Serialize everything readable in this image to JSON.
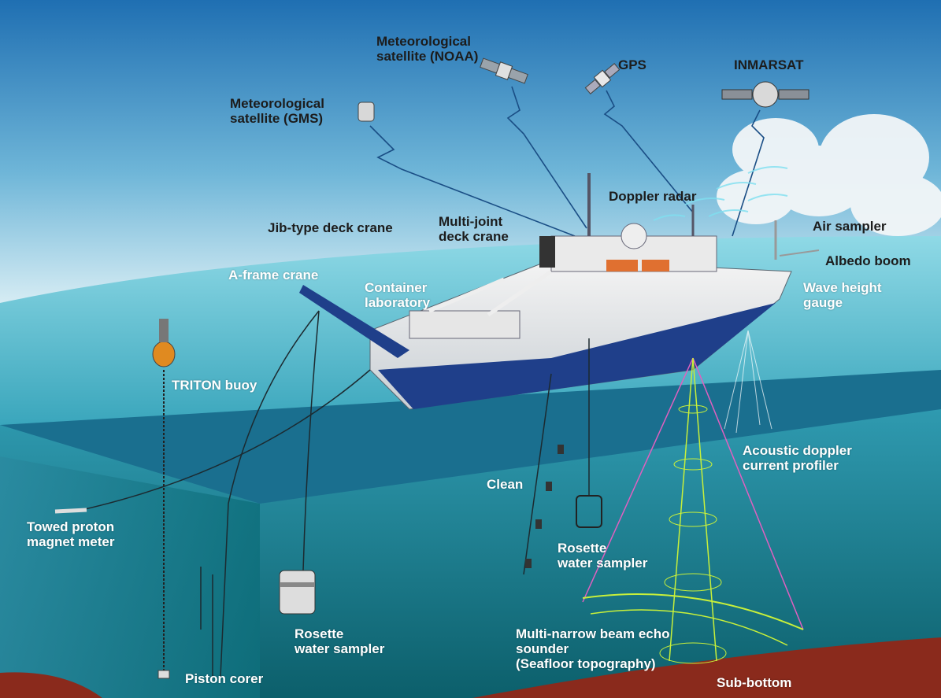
{
  "colors": {
    "sky_top": "#2a7fc0",
    "sky_bottom": "#d4ecf3",
    "sea_surface": "#7fd0e0",
    "sea_deep": "#0f6a78",
    "seafloor": "#8a2a1c",
    "label_dark": "#1c1c1c",
    "label_light": "#ffffff",
    "echo_green": "#c8f03a",
    "echo_pink": "#e060c0"
  },
  "labels": {
    "met_noaa": [
      "Meteorological",
      "satellite (NOAA)"
    ],
    "gps": [
      "GPS"
    ],
    "inmarsat": [
      "INMARSAT"
    ],
    "met_gms": [
      "Meteorological",
      "satellite (GMS)"
    ],
    "doppler_radar": [
      "Doppler radar"
    ],
    "jib_crane": [
      "Jib-type deck crane"
    ],
    "multi_joint_crane": [
      "Multi-joint",
      "deck crane"
    ],
    "air_sampler": [
      "Air sampler"
    ],
    "albedo_boom": [
      "Albedo boom"
    ],
    "a_frame_crane": [
      "A-frame crane"
    ],
    "container_lab": [
      "Container",
      "laboratory"
    ],
    "wave_height": [
      "Wave height",
      "gauge"
    ],
    "triton_buoy": [
      "TRITON buoy"
    ],
    "adcp": [
      "Acoustic doppler",
      "current profiler"
    ],
    "clean": [
      "Clean"
    ],
    "towed_magnet": [
      "Towed proton",
      "magnet meter"
    ],
    "rosette_right": [
      "Rosette",
      "water sampler"
    ],
    "rosette_left": [
      "Rosette",
      "water sampler"
    ],
    "echo_sounder": [
      "Multi-narrow beam echo",
      "sounder",
      "(Seafloor topography)"
    ],
    "piston_corer": [
      "Piston corer"
    ],
    "sub_bottom": [
      "Sub-bottom"
    ]
  }
}
